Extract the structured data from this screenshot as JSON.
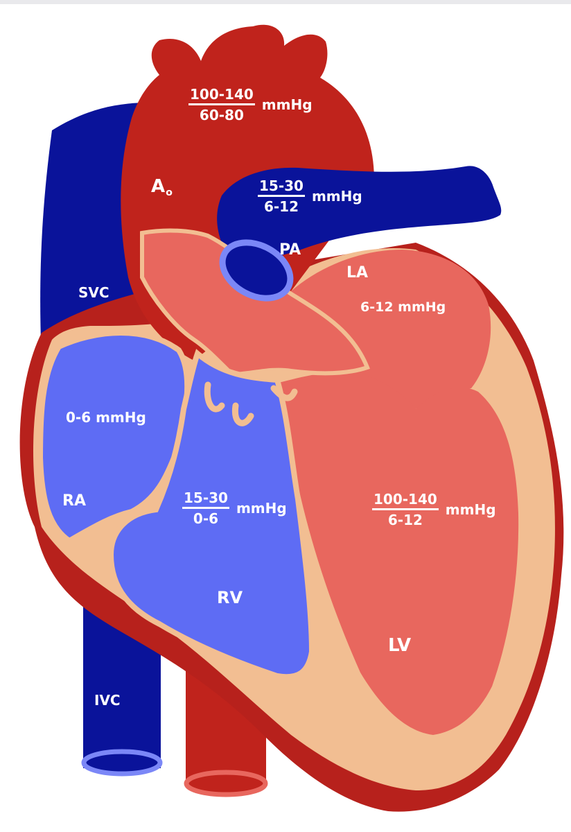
{
  "colors": {
    "systemic_venous": "#0a139a",
    "right_heart": "#5e6cf4",
    "aortic": "#c0231c",
    "left_heart": "#e8675e",
    "myocardium": "#f2be92",
    "vessel_ring": "#7b87f7",
    "text": "#ffffff"
  },
  "labels": {
    "aorta_main": "A",
    "aorta_sub": "o",
    "pa": "PA",
    "svc": "SVC",
    "ivc": "IVC",
    "ra": "RA",
    "rv": "RV",
    "la": "LA",
    "lv": "LV"
  },
  "pressures": {
    "aorta": {
      "systolic": "100-140",
      "diastolic": "60-80",
      "unit": "mmHg"
    },
    "pa": {
      "systolic": "15-30",
      "diastolic": "6-12",
      "unit": "mmHg"
    },
    "la": "6-12 mmHg",
    "ra": "0-6 mmHg",
    "rv": {
      "systolic": "15-30",
      "diastolic": "0-6",
      "unit": "mmHg"
    },
    "lv": {
      "systolic": "100-140",
      "diastolic": "6-12",
      "unit": "mmHg"
    }
  }
}
